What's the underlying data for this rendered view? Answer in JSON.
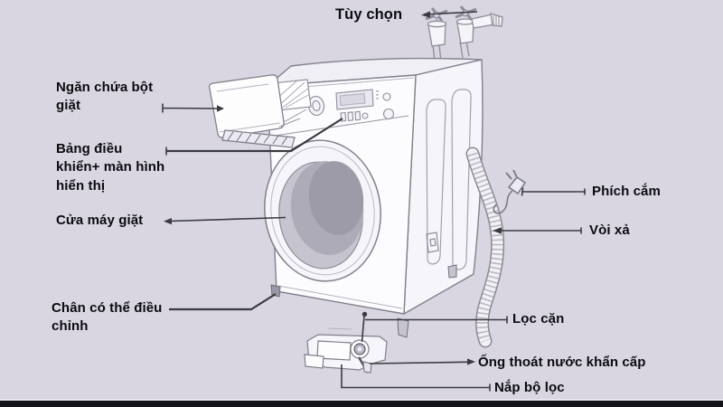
{
  "diagram": {
    "subject": "washing-machine-parts-diagram",
    "labels": [
      {
        "id": "tuy-chon",
        "text": "Tùy chọn"
      },
      {
        "id": "ngan-chua-bot-giat",
        "text": "Ngăn chứa bột\ngiặt"
      },
      {
        "id": "bang-dieu-khien",
        "text": "Bảng điều\nkhiển+ màn hình\nhiển thị"
      },
      {
        "id": "cua-may-giat",
        "text": "Cửa máy giặt"
      },
      {
        "id": "chan-dieu-chinh",
        "text": "Chân có thể điều\nchỉnh"
      },
      {
        "id": "phich-cam",
        "text": "Phích cắm"
      },
      {
        "id": "voi-xa",
        "text": "Vòi xả"
      },
      {
        "id": "loc-can",
        "text": "Lọc cặn"
      },
      {
        "id": "ong-thoat-nuoc",
        "text": "Ống thoát nước khẩn cấp"
      },
      {
        "id": "nap-bo-loc",
        "text": "Nắp bộ lọc"
      }
    ],
    "colors": {
      "background": "#d9d6e2",
      "label_text": "#0b0b0e",
      "leader_line": "#3a3a40",
      "artwork_line": "#82808c",
      "door_glass": "#c6c4cf",
      "footer_bar": "#141318"
    }
  }
}
